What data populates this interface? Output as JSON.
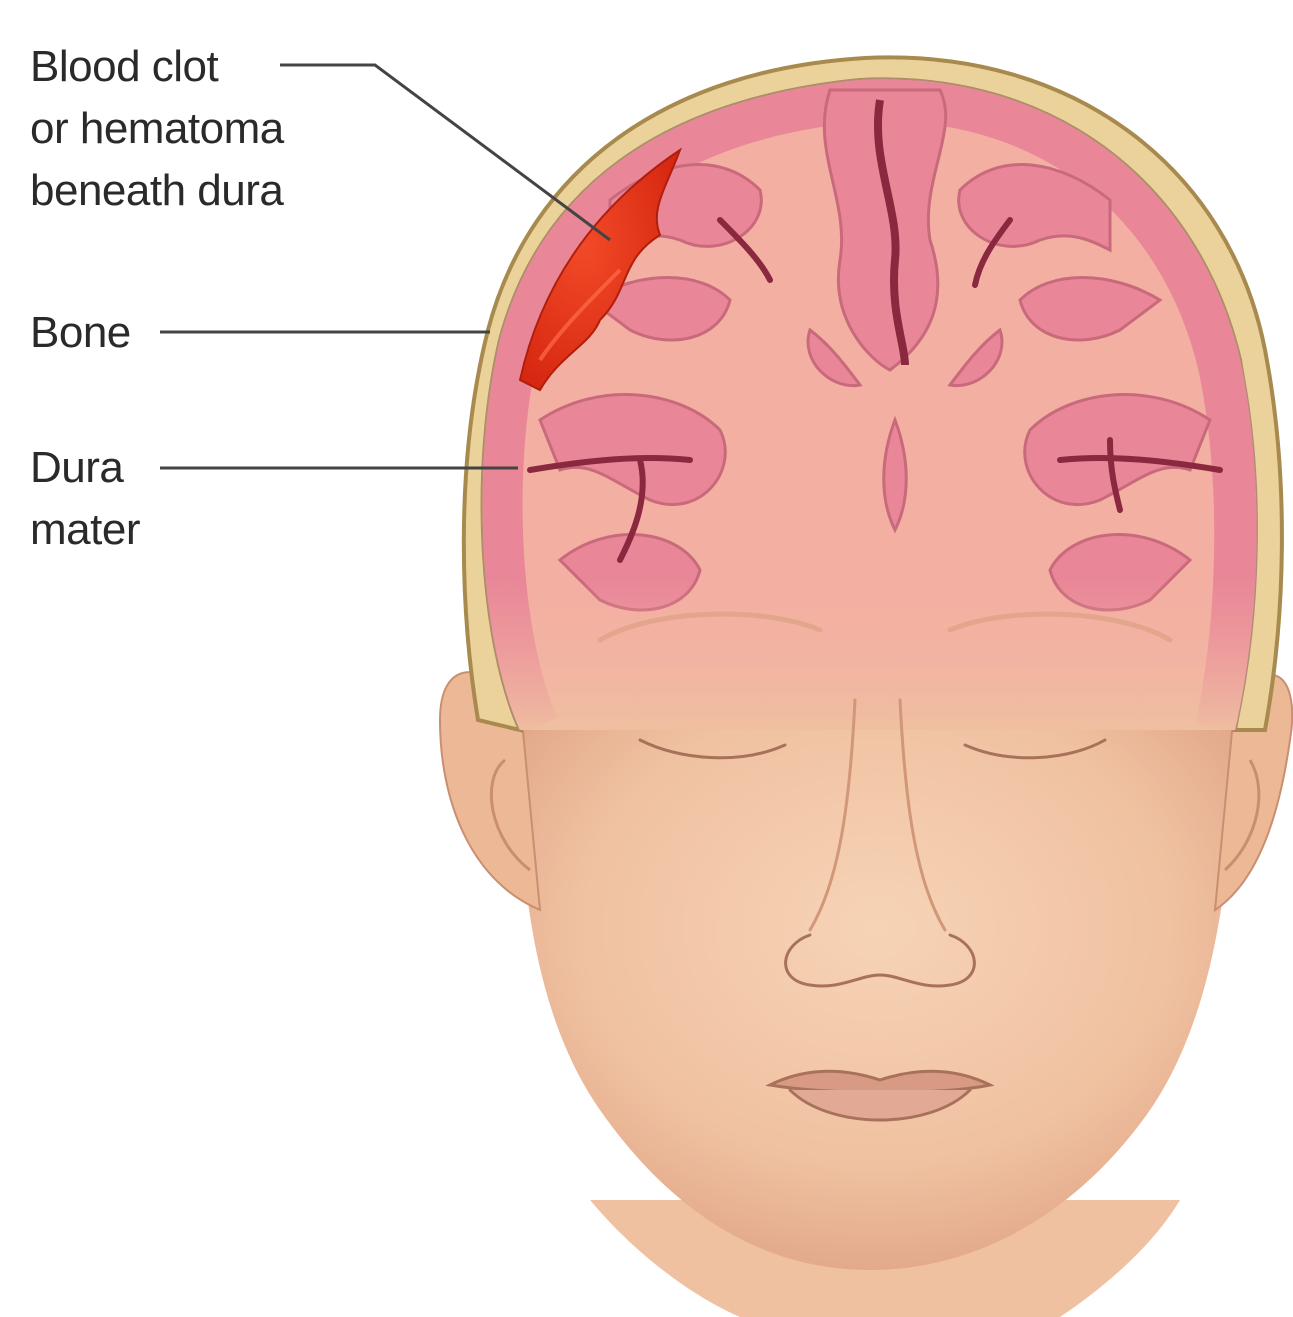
{
  "labels": {
    "blood_clot": [
      "Blood clot",
      "or hematoma",
      "beneath dura"
    ],
    "bone": [
      "Bone"
    ],
    "dura_mater": [
      "Dura",
      "mater"
    ]
  },
  "colors": {
    "skin": "#efc1a0",
    "skin_shadow": "#d99c7c",
    "bone": "#ead29a",
    "bone_outline": "#a88a4e",
    "brain_white_matter": "#f3b0a2",
    "brain_cortex": "#e98798",
    "sulcus_dark": "#8a2840",
    "hematoma": "#e2331b",
    "leader_line": "#444444"
  },
  "icons": {
    "head": "head-illustration",
    "brain": "brain-cross-section"
  }
}
